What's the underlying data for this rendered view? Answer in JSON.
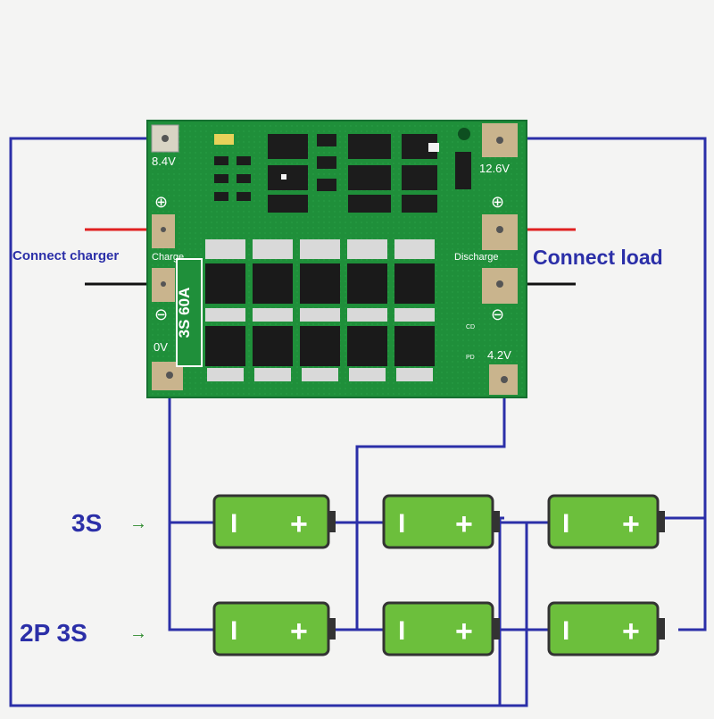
{
  "board": {
    "label_8v4": "8.4V",
    "label_12v6": "12.6V",
    "label_4v2": "4.2V",
    "label_0v": "0V",
    "label_charge": "Charge",
    "label_discharge": "Discharge",
    "label_model": "3S 60A",
    "label_plus": "⊕",
    "label_minus": "⊖",
    "label_cd": "CD",
    "label_pd": "PD"
  },
  "annotations": {
    "connect_charger": "Connect charger",
    "connect_load": "Connect load",
    "row1_label": "3S",
    "row2_label": "2P 3S",
    "arrow": "→"
  },
  "battery": {
    "minus": "I",
    "plus": "+"
  },
  "colors": {
    "wire": "#2b2fa8",
    "board": "#1f8f3a",
    "battery": "#6cbf3c",
    "text_blue": "#2b2fa8",
    "red_lead": "#e02020",
    "black_lead": "#111111"
  }
}
